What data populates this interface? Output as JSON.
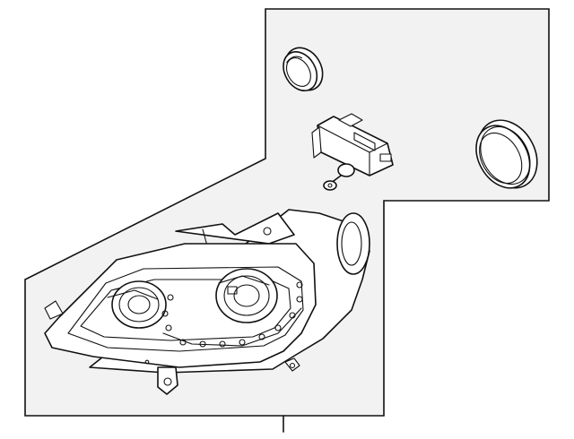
{
  "diagram": {
    "type": "exploded-parts-illustration",
    "background_color": "#ffffff",
    "panel_fill_color": "#f2f2f2",
    "line_color": "#111111",
    "parts": [
      {
        "name": "headlamp-assembly",
        "icon": "headlamp-icon"
      },
      {
        "name": "sealing-cap-small",
        "icon": "ring-cap-icon"
      },
      {
        "name": "sealing-cap-large",
        "icon": "ring-cap-icon"
      },
      {
        "name": "leveling-motor",
        "icon": "motor-actuator-icon"
      }
    ]
  }
}
